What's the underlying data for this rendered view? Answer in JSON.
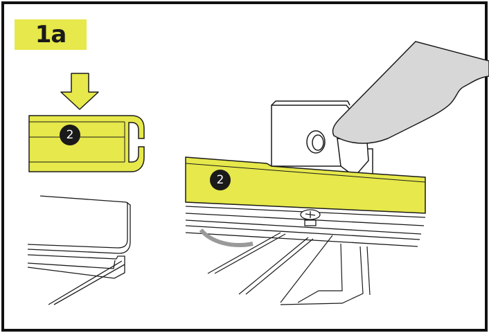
{
  "step": {
    "label": "1a"
  },
  "parts": {
    "left_callout": "2",
    "right_callout": "2"
  },
  "colors": {
    "highlight": "#e6e84b",
    "outline": "#1a1a1a",
    "border": "#111111"
  },
  "icons": [
    "down-arrow-icon",
    "knife-icon",
    "screw-icon"
  ]
}
